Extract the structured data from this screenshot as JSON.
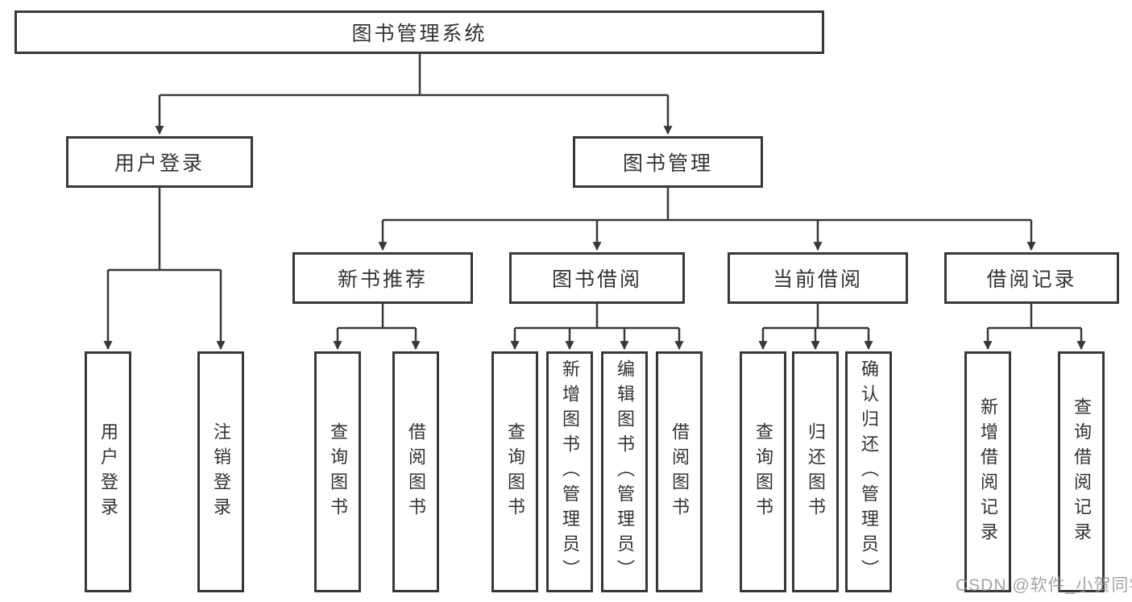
{
  "tree": {
    "root": "图书管理系统",
    "level2": [
      {
        "label": "用户登录",
        "children": [
          "用户登录",
          "注销登录"
        ]
      },
      {
        "label": "图书管理",
        "children": []
      }
    ],
    "level3": [
      {
        "label": "新书推荐",
        "children": [
          "查询图书",
          "借阅图书"
        ]
      },
      {
        "label": "图书借阅",
        "children": [
          "查询图书",
          "新增图书（管理员）",
          "编辑图书（管理员）",
          "借阅图书"
        ]
      },
      {
        "label": "当前借阅",
        "children": [
          "查询图书",
          "归还图书",
          "确认归还（管理员）"
        ]
      },
      {
        "label": "借阅记录",
        "children": [
          "新增借阅记录",
          "查询借阅记录"
        ]
      }
    ]
  },
  "watermark": {
    "text": "CSDN @软件_小贺同学"
  },
  "colors": {
    "line": "#383838",
    "text": "#333333",
    "background": "#ffffff",
    "watermark": "#949494"
  }
}
